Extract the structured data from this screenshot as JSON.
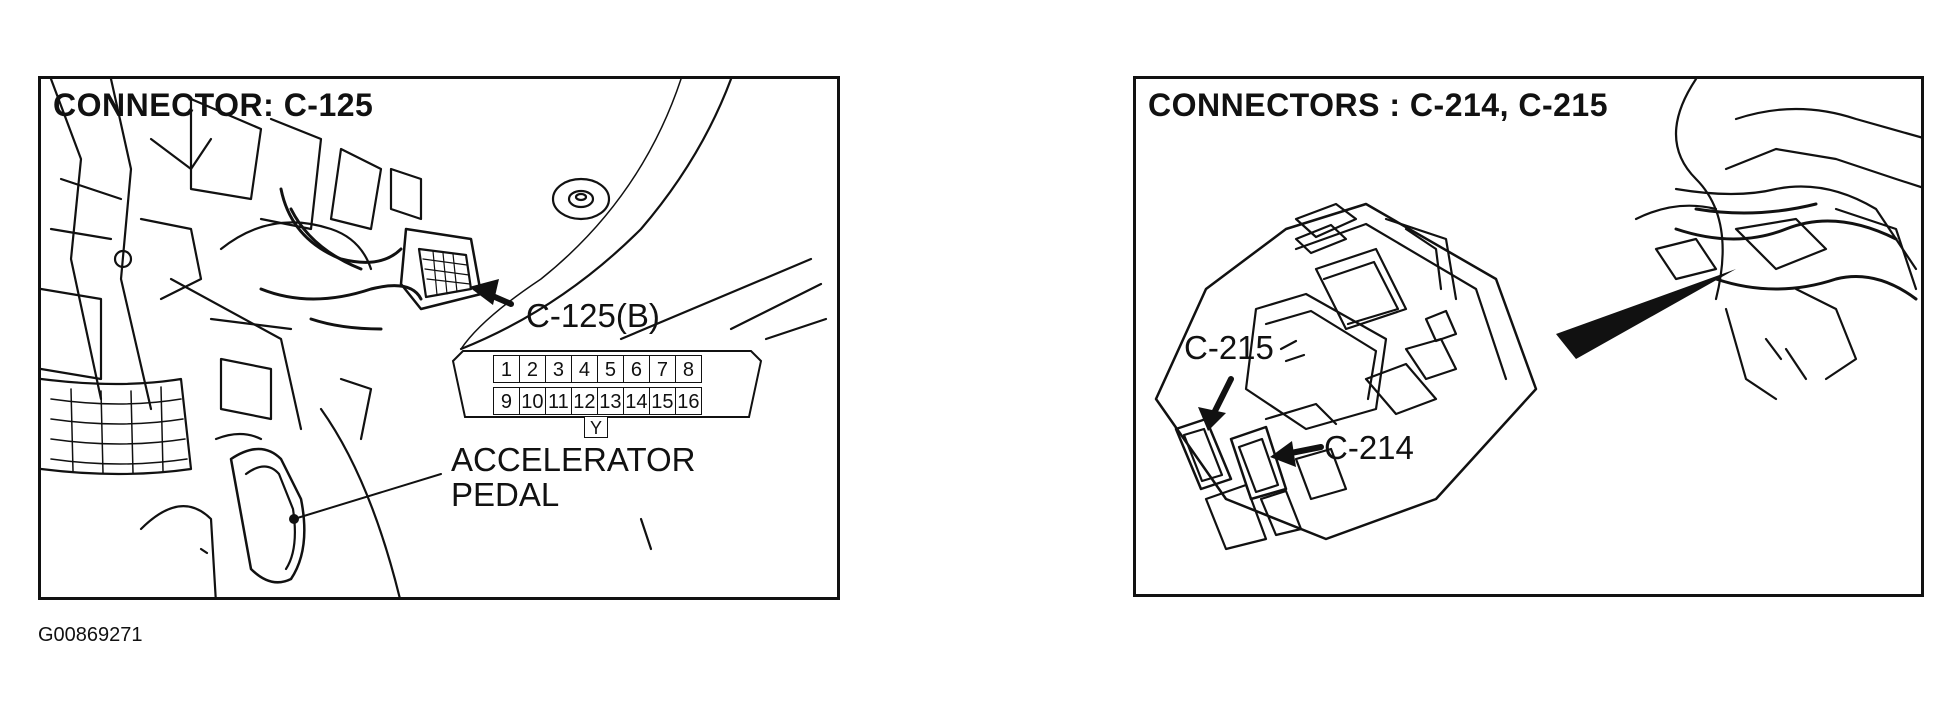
{
  "left_panel": {
    "title": "CONNECTOR: C-125",
    "callout_connector": "C-125(B)",
    "pins_top": [
      "1",
      "2",
      "3",
      "4",
      "5",
      "6",
      "7",
      "8"
    ],
    "pins_bottom": [
      "9",
      "10",
      "11",
      "12",
      "13",
      "14",
      "15",
      "16"
    ],
    "pin_marker": "Y",
    "callout_pedal_line1": "ACCELERATOR",
    "callout_pedal_line2": "PEDAL"
  },
  "right_panel": {
    "title": "CONNECTORS : C-214, C-215",
    "callout_c215": "C-215",
    "callout_c214": "C-214"
  },
  "figure_code": "G00869271"
}
